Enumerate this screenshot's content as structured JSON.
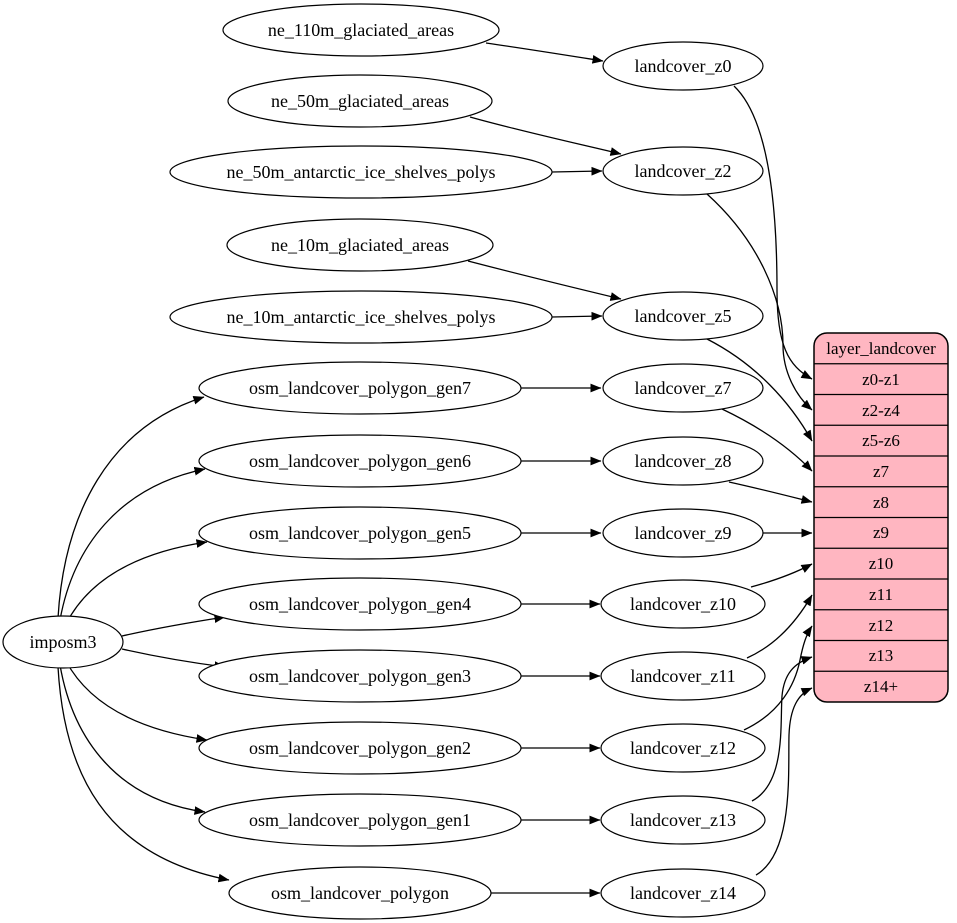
{
  "colors": {
    "table_fill": "#ffb6c1",
    "node_fill": "#ffffff",
    "stroke": "#000000",
    "background": "#ffffff"
  },
  "nodes": {
    "imposm3": "imposm3",
    "ne_110m_glaciated_areas": "ne_110m_glaciated_areas",
    "ne_50m_glaciated_areas": "ne_50m_glaciated_areas",
    "ne_50m_antarctic_ice_shelves_polys": "ne_50m_antarctic_ice_shelves_polys",
    "ne_10m_glaciated_areas": "ne_10m_glaciated_areas",
    "ne_10m_antarctic_ice_shelves_polys": "ne_10m_antarctic_ice_shelves_polys",
    "osm_landcover_polygon_gen7": "osm_landcover_polygon_gen7",
    "osm_landcover_polygon_gen6": "osm_landcover_polygon_gen6",
    "osm_landcover_polygon_gen5": "osm_landcover_polygon_gen5",
    "osm_landcover_polygon_gen4": "osm_landcover_polygon_gen4",
    "osm_landcover_polygon_gen3": "osm_landcover_polygon_gen3",
    "osm_landcover_polygon_gen2": "osm_landcover_polygon_gen2",
    "osm_landcover_polygon_gen1": "osm_landcover_polygon_gen1",
    "osm_landcover_polygon": "osm_landcover_polygon",
    "landcover_z0": "landcover_z0",
    "landcover_z2": "landcover_z2",
    "landcover_z5": "landcover_z5",
    "landcover_z7": "landcover_z7",
    "landcover_z8": "landcover_z8",
    "landcover_z9": "landcover_z9",
    "landcover_z10": "landcover_z10",
    "landcover_z11": "landcover_z11",
    "landcover_z12": "landcover_z12",
    "landcover_z13": "landcover_z13",
    "landcover_z14": "landcover_z14"
  },
  "table": {
    "title": "layer_landcover",
    "rows": [
      "z0-z1",
      "z2-z4",
      "z5-z6",
      "z7",
      "z8",
      "z9",
      "z10",
      "z11",
      "z12",
      "z13",
      "z14+"
    ]
  },
  "edges": [
    {
      "from": "imposm3",
      "to": "osm_landcover_polygon_gen7"
    },
    {
      "from": "imposm3",
      "to": "osm_landcover_polygon_gen6"
    },
    {
      "from": "imposm3",
      "to": "osm_landcover_polygon_gen5"
    },
    {
      "from": "imposm3",
      "to": "osm_landcover_polygon_gen4"
    },
    {
      "from": "imposm3",
      "to": "osm_landcover_polygon_gen3"
    },
    {
      "from": "imposm3",
      "to": "osm_landcover_polygon_gen2"
    },
    {
      "from": "imposm3",
      "to": "osm_landcover_polygon_gen1"
    },
    {
      "from": "imposm3",
      "to": "osm_landcover_polygon"
    },
    {
      "from": "ne_110m_glaciated_areas",
      "to": "landcover_z0"
    },
    {
      "from": "ne_50m_glaciated_areas",
      "to": "landcover_z2"
    },
    {
      "from": "ne_50m_antarctic_ice_shelves_polys",
      "to": "landcover_z2"
    },
    {
      "from": "ne_10m_glaciated_areas",
      "to": "landcover_z5"
    },
    {
      "from": "ne_10m_antarctic_ice_shelves_polys",
      "to": "landcover_z5"
    },
    {
      "from": "osm_landcover_polygon_gen7",
      "to": "landcover_z7"
    },
    {
      "from": "osm_landcover_polygon_gen6",
      "to": "landcover_z8"
    },
    {
      "from": "osm_landcover_polygon_gen5",
      "to": "landcover_z9"
    },
    {
      "from": "osm_landcover_polygon_gen4",
      "to": "landcover_z10"
    },
    {
      "from": "osm_landcover_polygon_gen3",
      "to": "landcover_z11"
    },
    {
      "from": "osm_landcover_polygon_gen2",
      "to": "landcover_z12"
    },
    {
      "from": "osm_landcover_polygon_gen1",
      "to": "landcover_z13"
    },
    {
      "from": "osm_landcover_polygon",
      "to": "landcover_z14"
    },
    {
      "from": "landcover_z0",
      "to": "layer_landcover:z0-z1"
    },
    {
      "from": "landcover_z2",
      "to": "layer_landcover:z2-z4"
    },
    {
      "from": "landcover_z5",
      "to": "layer_landcover:z5-z6"
    },
    {
      "from": "landcover_z7",
      "to": "layer_landcover:z7"
    },
    {
      "from": "landcover_z8",
      "to": "layer_landcover:z8"
    },
    {
      "from": "landcover_z9",
      "to": "layer_landcover:z9"
    },
    {
      "from": "landcover_z10",
      "to": "layer_landcover:z10"
    },
    {
      "from": "landcover_z11",
      "to": "layer_landcover:z11"
    },
    {
      "from": "landcover_z12",
      "to": "layer_landcover:z12"
    },
    {
      "from": "landcover_z13",
      "to": "layer_landcover:z13"
    },
    {
      "from": "landcover_z14",
      "to": "layer_landcover:z14+"
    }
  ]
}
